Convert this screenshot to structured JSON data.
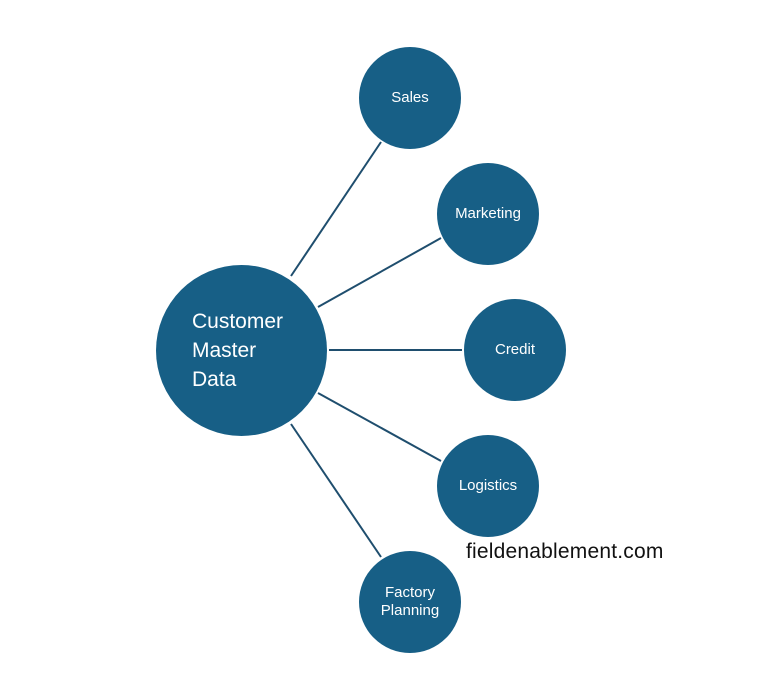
{
  "diagram": {
    "hub": {
      "label": "Customer\nMaster\nData"
    },
    "nodes": [
      {
        "id": "sales",
        "label": "Sales"
      },
      {
        "id": "marketing",
        "label": "Marketing"
      },
      {
        "id": "credit",
        "label": "Credit"
      },
      {
        "id": "logistics",
        "label": "Logistics"
      },
      {
        "id": "factory-planning",
        "label": "Factory\nPlanning"
      }
    ],
    "connections": [
      {
        "from": "hub",
        "to": "sales"
      },
      {
        "from": "hub",
        "to": "marketing"
      },
      {
        "from": "hub",
        "to": "credit"
      },
      {
        "from": "hub",
        "to": "logistics"
      },
      {
        "from": "hub",
        "to": "factory-planning"
      }
    ]
  },
  "watermark": {
    "text": "fieldenablement.com"
  },
  "colors": {
    "node_fill": "#175f86",
    "connector": "#1f4e6e",
    "node_text": "#ffffff",
    "background": "#ffffff"
  }
}
